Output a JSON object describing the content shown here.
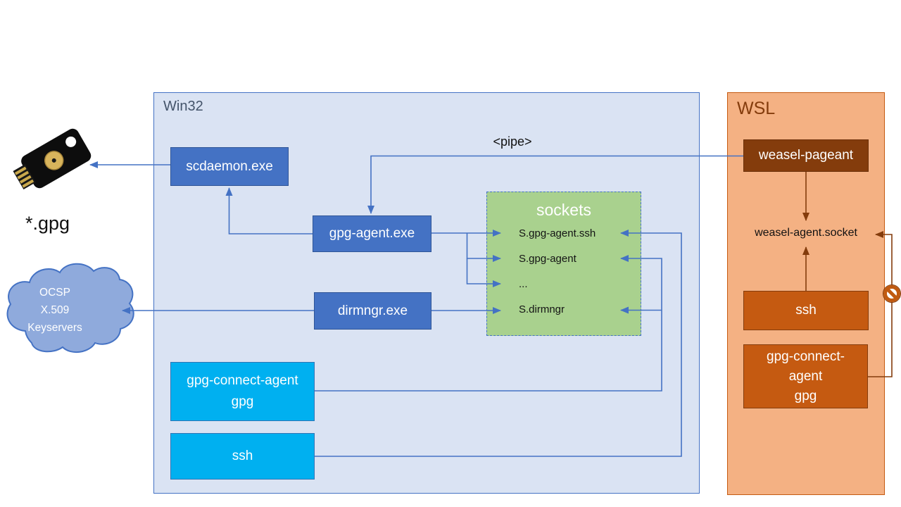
{
  "win32": {
    "label": "Win32",
    "nodes": {
      "scdaemon": "scdaemon.exe",
      "gpg_agent": "gpg-agent.exe",
      "dirmngr": "dirmngr.exe",
      "gpg_connect_line1": "gpg-connect-agent",
      "gpg_connect_line2": "gpg",
      "ssh": "ssh"
    },
    "sockets": {
      "title": "sockets",
      "items": [
        "S.gpg-agent.ssh",
        "S.gpg-agent",
        "...",
        "S.dirmngr"
      ]
    }
  },
  "wsl": {
    "label": "WSL",
    "nodes": {
      "weasel_pageant": "weasel-pageant",
      "weasel_socket": "weasel-agent.socket",
      "ssh": "ssh",
      "gpg_connect_line1": "gpg-connect-",
      "gpg_connect_line2": "agent",
      "gpg_connect_line3": "gpg"
    }
  },
  "labels": {
    "pipe": "<pipe>",
    "gpg_files": "*.gpg"
  },
  "cloud": {
    "line1": "OCSP",
    "line2": "X.509",
    "line3": "Keyservers"
  },
  "icons": {
    "yubikey": "yubikey-icon",
    "cloud": "keyservers-cloud",
    "no_entry": "no-entry-icon"
  },
  "colors": {
    "win32_fill": "#DAE3F3",
    "win32_border": "#4472C4",
    "wsl_fill": "#F4B183",
    "wsl_border": "#C55A11",
    "process_box_fill": "#4472C4",
    "process_box_border": "#2F5597",
    "client_box_fill": "#00B0F0",
    "sockets_fill": "#A9D18E",
    "wsl_dark_box_fill": "#843C0C",
    "wsl_box_fill": "#C55A11",
    "arrow_blue": "#4472C4",
    "arrow_brown": "#843C0C",
    "cloud_fill": "#8FAADC",
    "win32_label_color": "#44546A"
  }
}
